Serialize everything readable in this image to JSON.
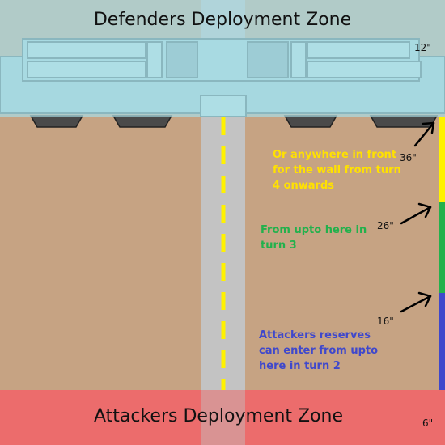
{
  "zones": {
    "defenders": {
      "title": "Defenders Deployment Zone",
      "depth_label": "12\"",
      "color": "#a9dbe3"
    },
    "attackers": {
      "title": "Attackers Deployment Zone",
      "depth_label": "6\"",
      "color": "#ec6c6c"
    }
  },
  "reserve_markers": [
    {
      "distance": "36\"",
      "note": "Or anywhere in front for the wall from turn 4 onwards",
      "color": "#fff200",
      "text_color": "#ffe100"
    },
    {
      "distance": "26\"",
      "note": "From upto here in turn 3",
      "color": "#22b14c",
      "text_color": "#22b14c"
    },
    {
      "distance": "16\"",
      "note": "Attackers reserves can enter from upto here in turn 2",
      "color": "#3f48cc",
      "text_color": "#3f48cc"
    }
  ],
  "colors": {
    "ground": "#c6a383",
    "road": "#c3c3c3",
    "road_line": "#fff200",
    "wall": "#9fcfd7",
    "wall_outline": "#3a5a62",
    "tank_tracks": "#4a4a4a"
  }
}
